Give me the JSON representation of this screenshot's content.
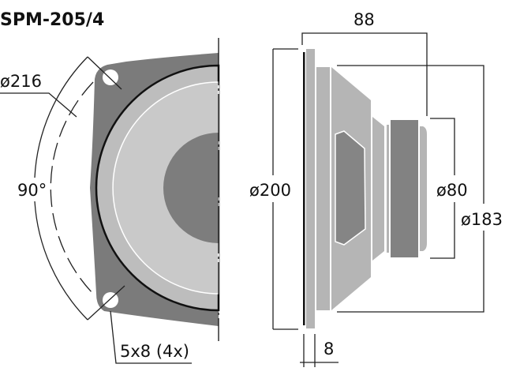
{
  "title": "SPM-205/4",
  "front_view": {
    "diameter_label": "ø216",
    "angle_label": "90°",
    "hole_label": "5x8 (4x)"
  },
  "side_view": {
    "depth_label": "88",
    "outer_diameter_label": "ø200",
    "magnet_diameter_label": "ø80",
    "basket_diameter_label": "ø183",
    "flange_thickness_label": "8"
  },
  "colors": {
    "frame": "#7b7b7b",
    "surround": "#bdbdbd",
    "cone": "#c9c9c9",
    "dust_cap": "#7d7d7d",
    "basket": "#b5b5b5",
    "magnet": "#828282"
  }
}
